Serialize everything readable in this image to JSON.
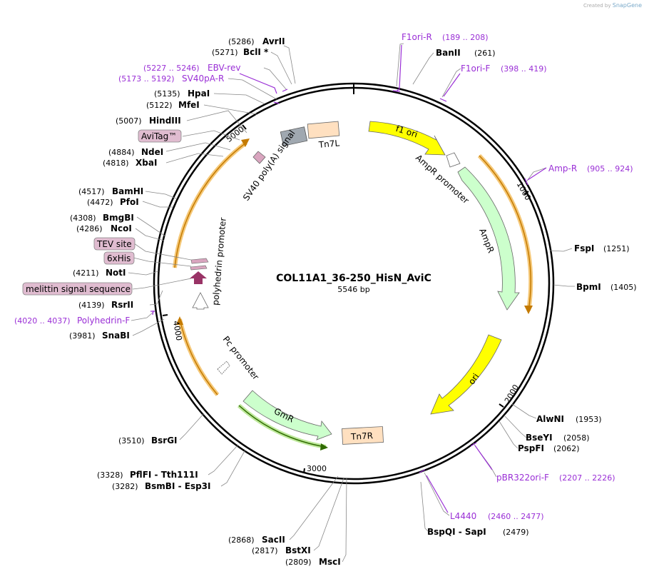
{
  "credit": {
    "prefix": "Created by",
    "brand": "SnapGene"
  },
  "plasmid": {
    "name": "COL11A1_36-250_HisN_AviC",
    "length_label": "5546 bp",
    "length": 5546
  },
  "ticks": [
    "1000",
    "2000",
    "3000",
    "4000",
    "5000"
  ],
  "enzymes": [
    {
      "id": "avrii",
      "pos": "(5286)",
      "name": "AvrII",
      "bp": 5286
    },
    {
      "id": "bcli",
      "pos": "(5271)",
      "name": "BclI *",
      "bp": 5271
    },
    {
      "id": "hpai",
      "pos": "(5135)",
      "name": "HpaI",
      "bp": 5135
    },
    {
      "id": "mfei",
      "pos": "(5122)",
      "name": "MfeI",
      "bp": 5122
    },
    {
      "id": "hindiii",
      "pos": "(5007)",
      "name": "HindIII",
      "bp": 5007
    },
    {
      "id": "ndei",
      "pos": "(4884)",
      "name": "NdeI",
      "bp": 4884
    },
    {
      "id": "xbai",
      "pos": "(4818)",
      "name": "XbaI",
      "bp": 4818
    },
    {
      "id": "bamhi",
      "pos": "(4517)",
      "name": "BamHI",
      "bp": 4517
    },
    {
      "id": "pfoi",
      "pos": "(4472)",
      "name": "PfoI",
      "bp": 4472
    },
    {
      "id": "bmgbi",
      "pos": "(4308)",
      "name": "BmgBI",
      "bp": 4308
    },
    {
      "id": "ncoi",
      "pos": "(4286)",
      "name": "NcoI",
      "bp": 4286
    },
    {
      "id": "noti",
      "pos": "(4211)",
      "name": "NotI",
      "bp": 4211
    },
    {
      "id": "rsrii",
      "pos": "(4139)",
      "name": "RsrII",
      "bp": 4139
    },
    {
      "id": "snabi",
      "pos": "(3981)",
      "name": "SnaBI",
      "bp": 3981
    },
    {
      "id": "bsrgi",
      "pos": "(3510)",
      "name": "BsrGI",
      "bp": 3510
    },
    {
      "id": "pflfi",
      "pos": "(3328)",
      "name": "PflFI  - Tth111I",
      "bp": 3328
    },
    {
      "id": "bsmbi",
      "pos": "(3282)",
      "name": "BsmBI  - Esp3I",
      "bp": 3282
    },
    {
      "id": "sacii",
      "pos": "(2868)",
      "name": "SacII",
      "bp": 2868
    },
    {
      "id": "bstxi",
      "pos": "(2817)",
      "name": "BstXI",
      "bp": 2817
    },
    {
      "id": "msci",
      "pos": "(2809)",
      "name": "MscI",
      "bp": 2809
    },
    {
      "id": "banii",
      "pos": "(261)",
      "name": "BanII",
      "bp": 261
    },
    {
      "id": "fspi",
      "pos": "(1251)",
      "name": "FspI",
      "bp": 1251
    },
    {
      "id": "bpmi",
      "pos": "(1405)",
      "name": "BpmI",
      "bp": 1405
    },
    {
      "id": "alwni",
      "pos": "(1953)",
      "name": "AlwNI",
      "bp": 1953
    },
    {
      "id": "bseyi",
      "pos": "(2058)",
      "name": "BseYI",
      "bp": 2058
    },
    {
      "id": "pspfi",
      "pos": "(2062)",
      "name": "PspFI",
      "bp": 2062
    },
    {
      "id": "bspqi",
      "pos": "(2479)",
      "name": "BspQI  - SapI",
      "bp": 2479
    }
  ],
  "primers": [
    {
      "id": "ebv-rev",
      "range": "(5227 .. 5246)",
      "name": "EBV-rev",
      "bp": 5236
    },
    {
      "id": "sv40pa-r",
      "range": "(5173 .. 5192)",
      "name": "SV40pA-R",
      "bp": 5182
    },
    {
      "id": "polyhedrin-f",
      "range": "(4020 .. 4037)",
      "name": "Polyhedrin-F",
      "bp": 4028
    },
    {
      "id": "f1ori-r",
      "range": "(189 .. 208)",
      "name": "F1ori-R",
      "bp": 198
    },
    {
      "id": "f1ori-f",
      "range": "(398 .. 419)",
      "name": "F1ori-F",
      "bp": 408
    },
    {
      "id": "amp-r",
      "range": "(905 .. 924)",
      "name": "Amp-R",
      "bp": 914
    },
    {
      "id": "pbr322ori-f",
      "range": "(2207 .. 2226)",
      "name": "pBR322ori-F",
      "bp": 2216
    },
    {
      "id": "l4440",
      "range": "(2460 .. 2477)",
      "name": "L4440",
      "bp": 2468
    }
  ],
  "boxed_features": [
    "AviTag™",
    "TEV site",
    "6xHis",
    "melittin signal sequence"
  ],
  "features": {
    "f1_ori": "f1 ori",
    "ampr_promoter": "AmpR promoter",
    "ampr": "AmpR",
    "ori": "ori",
    "gmr": "GmR",
    "tn7r": "Tn7R",
    "tn7l": "Tn7L",
    "sv40": "SV40 poly(A) signal",
    "polyhedrin": "polyhedrin promoter",
    "pc": "Pc promoter"
  },
  "colors": {
    "yellow": "#ffff00",
    "green": "#ccffcc",
    "peach": "#ffe0c0",
    "gray": "#a0a8b0",
    "mauve": "#d9a5bf",
    "dark_mauve": "#993366",
    "orange_orf": "#f5a623",
    "primer": "#9a2fd6"
  }
}
